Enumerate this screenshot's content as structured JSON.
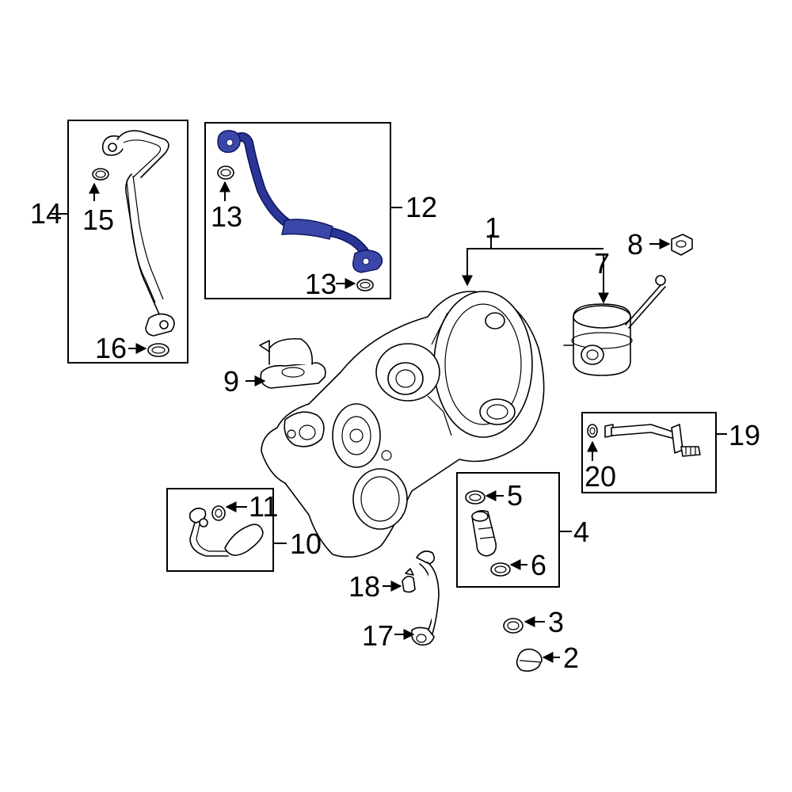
{
  "diagram": {
    "callouts": {
      "c1": "1",
      "c2": "2",
      "c3": "3",
      "c4": "4",
      "c5": "5",
      "c6": "6",
      "c7": "7",
      "c8": "8",
      "c9": "9",
      "c10": "10",
      "c11": "11",
      "c12": "12",
      "c13a": "13",
      "c13b": "13",
      "c14": "14",
      "c15": "15",
      "c16": "16",
      "c17": "17",
      "c18": "18",
      "c19": "19",
      "c20": "20"
    },
    "highlighted_part": "12",
    "colors": {
      "highlight": "#3b47a8",
      "line": "#000000",
      "background": "#ffffff"
    }
  }
}
